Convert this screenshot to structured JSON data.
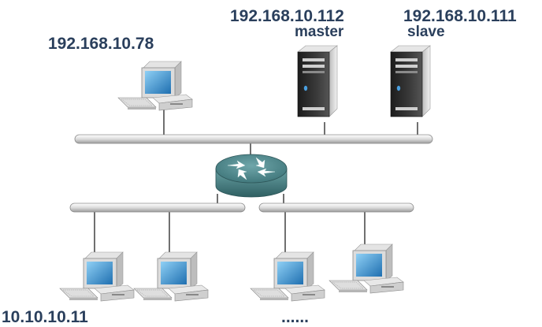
{
  "labels": {
    "master_ip": "192.168.10.112",
    "master_role": "master",
    "slave_ip": "192.168.10.111",
    "slave_role": "slave",
    "admin_pc_ip": "192.168.10.78",
    "lan_pc_ip": "10.10.10.11",
    "ellipsis": "......"
  },
  "colors": {
    "label_text": "#2a3f5c",
    "bus": "#e9e9e9",
    "monitor_screen": "#2f8fd0",
    "router": "#4f8f92",
    "server": "#2b2b2b"
  }
}
